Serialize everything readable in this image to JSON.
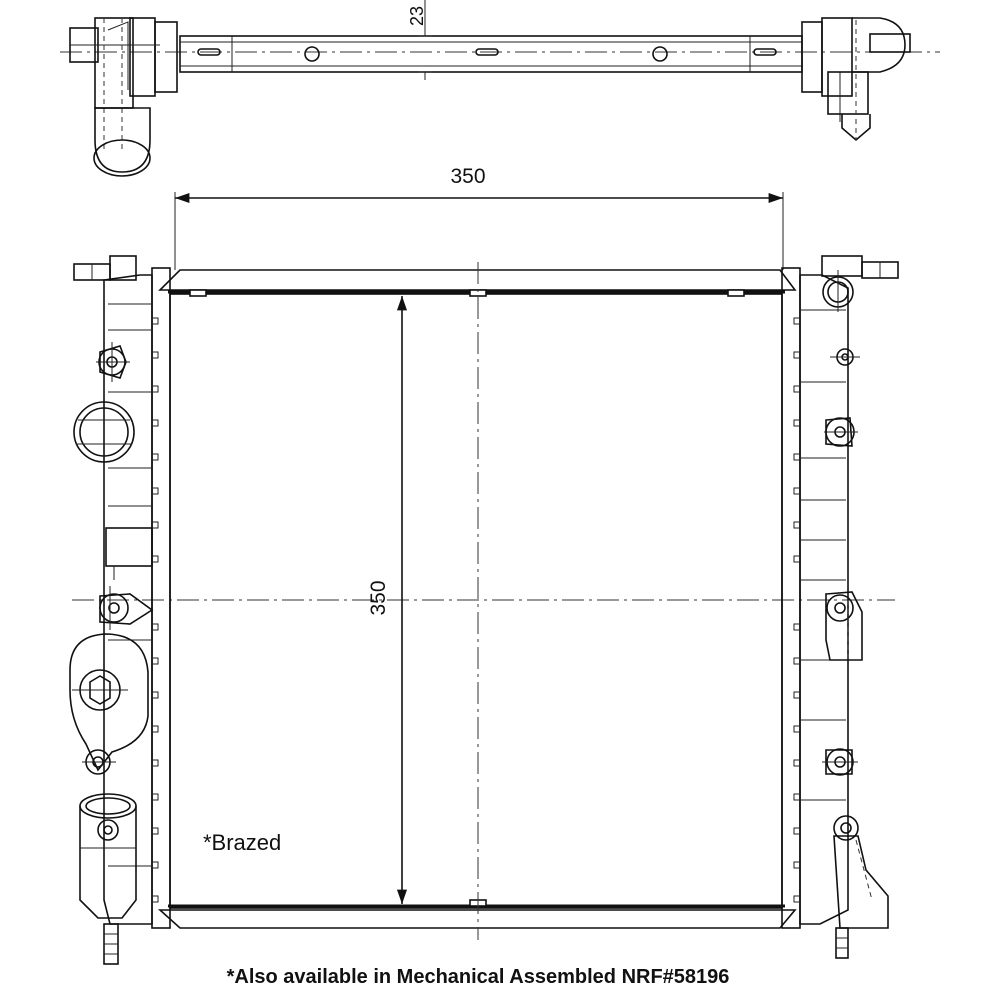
{
  "dimensions": {
    "width": "350",
    "height": "350",
    "thickness": "23"
  },
  "notes": {
    "brazed": "*Brazed",
    "mechanical": "*Also available in Mechanical Assembled NRF#58196"
  }
}
